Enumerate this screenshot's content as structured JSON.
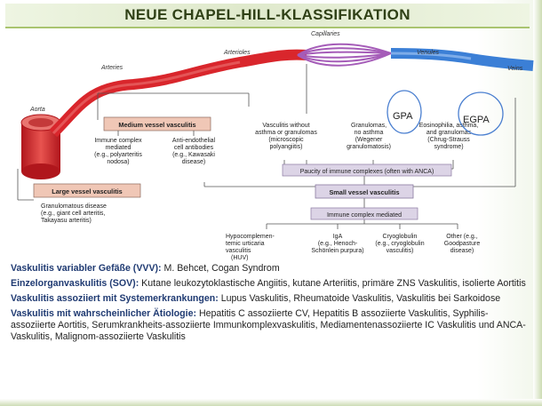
{
  "title": "NEUE CHAPEL-HILL-KLASSIFIKATION",
  "vessels": {
    "capillaries": "Capillaries",
    "arterioles": "Arterioles",
    "venules": "Venules",
    "arteries": "Arteries",
    "veins": "Veins",
    "aorta": "Aorta"
  },
  "boxes": {
    "medium": "Medium vessel vasculitis",
    "large": "Large vessel vasculitis",
    "small": "Small vessel vasculitis",
    "paucity": "Paucity of immune complexes (often with ANCA)",
    "immune": "Immune complex mediated"
  },
  "medium_items": [
    [
      "Immune complex",
      "mediated",
      "(e.g., polyarteritis",
      "nodosa)"
    ],
    [
      "Anti-endothelial",
      "cell antibodies",
      "(e.g., Kawasaki",
      "disease)"
    ]
  ],
  "large_items": [
    "Granulomatous disease",
    "(e.g., giant cell arteritis,",
    "Takayasu arteritis)"
  ],
  "anca_items": [
    [
      "Vasculitis without",
      "asthma or granulomas",
      "(microscopic",
      "polyangiitis)"
    ],
    [
      "Granulomas,",
      "no asthma",
      "(Wegener",
      "granulomatosis)"
    ],
    [
      "Eosinophilia, asthma,",
      "and granulomas",
      "(Chrug-Strauss",
      "syndrome)"
    ]
  ],
  "immune_items": [
    [
      "Hypocomplemen-",
      "temic urticaria",
      "vasculitis",
      "(HUV)"
    ],
    [
      "IgA",
      "(e.g., Henoch-",
      "Schönlein purpura)"
    ],
    [
      "Cryoglobulin",
      "(e.g., cryoglobulin",
      "vasculitis)"
    ],
    [
      "Other (e.g.,",
      "Goodpasture",
      "disease)"
    ]
  ],
  "annotations": {
    "gpa": "GPA",
    "egpa": "EGPA"
  },
  "notes": [
    {
      "head": "Vaskulitis variabler Gefäße (VVV):",
      "text": " M. Behcet, Cogan Syndrom"
    },
    {
      "head": "Einzelorganvaskulitis (SOV):",
      "text": " Kutane leukozytoklastische Angiitis, kutane Arteriitis, primäre ZNS Vaskulitis, isolierte Aortitis"
    },
    {
      "head": "Vaskulitis assoziiert mit Systemerkrankungen:",
      "text": " Lupus Vaskulitis, Rheumatoide Vaskulitis, Vaskulitis bei Sarkoidose"
    },
    {
      "head": "Vaskulitis mit wahrscheinlicher Ätiologie:",
      "text": " Hepatitis C assoziierte CV, Hepatitis B assoziierte Vaskulitis, Syphilis-assoziierte Aortitis, Serumkrankheits-assoziierte Immunkomplexvaskulitis, Mediamentenassoziierte IC Vaskulitis und ANCA-Vaskulitis, Malignom-assoziierte Vaskulitis"
    }
  ],
  "colors": {
    "artery": "#d9262c",
    "vein": "#3b7fd6",
    "capillary": "#a55cb8",
    "box_fill": "#f0c7b6",
    "box_small": "#dcd4e6"
  }
}
